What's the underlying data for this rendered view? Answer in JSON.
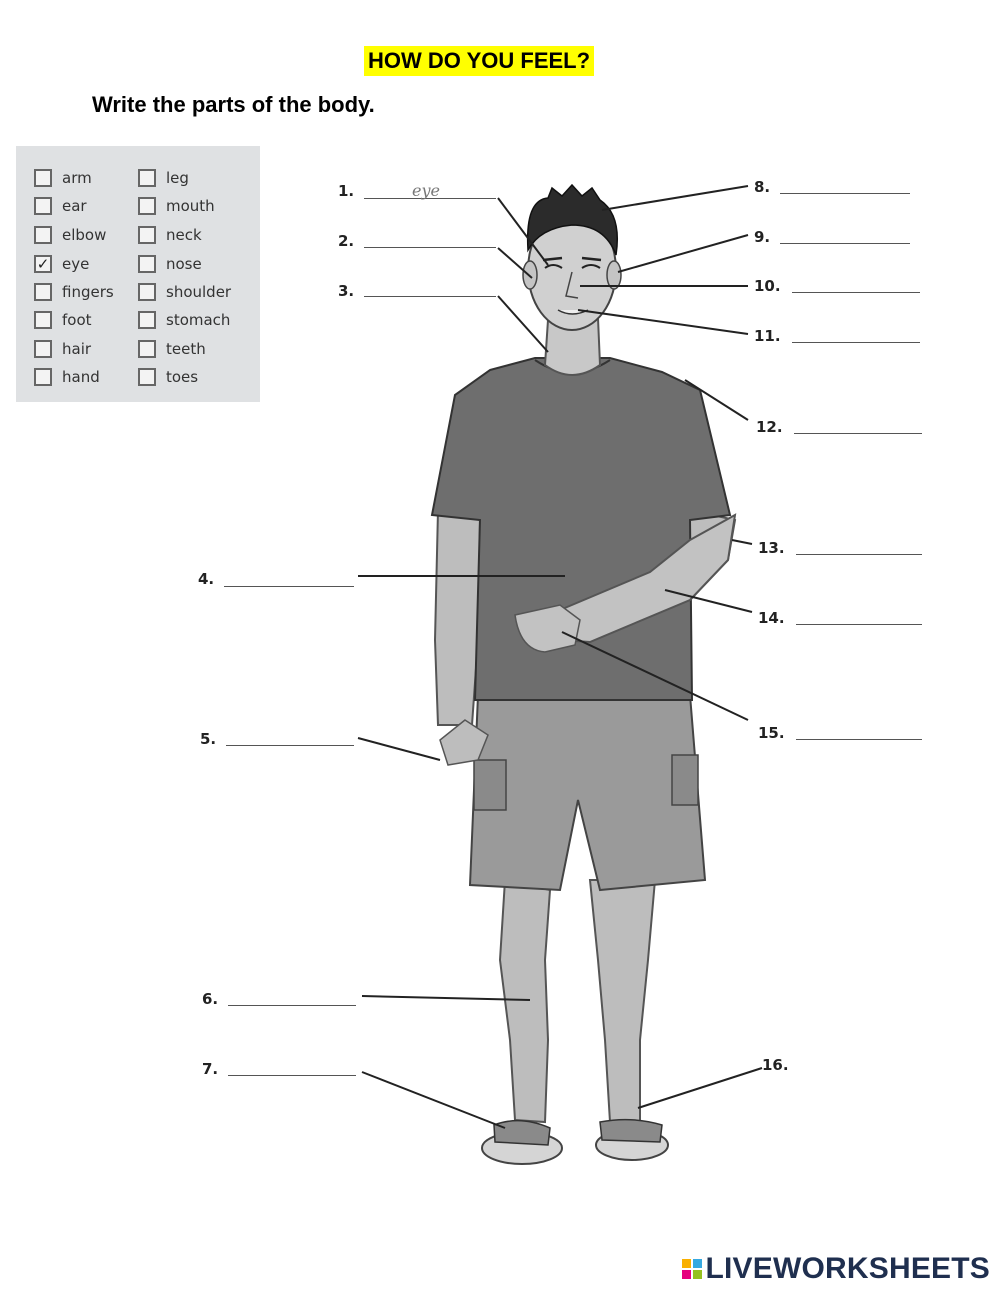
{
  "title": "HOW DO YOU FEEL?",
  "instruction": "Write the parts of the body.",
  "word_bank": {
    "left": [
      {
        "word": "arm",
        "checked": false
      },
      {
        "word": "ear",
        "checked": false
      },
      {
        "word": "elbow",
        "checked": false
      },
      {
        "word": "eye",
        "checked": true
      },
      {
        "word": "fingers",
        "checked": false
      },
      {
        "word": "foot",
        "checked": false
      },
      {
        "word": "hair",
        "checked": false
      },
      {
        "word": "hand",
        "checked": false
      }
    ],
    "right": [
      {
        "word": "leg",
        "checked": false
      },
      {
        "word": "mouth",
        "checked": false
      },
      {
        "word": "neck",
        "checked": false
      },
      {
        "word": "nose",
        "checked": false
      },
      {
        "word": "shoulder",
        "checked": false
      },
      {
        "word": "stomach",
        "checked": false
      },
      {
        "word": "teeth",
        "checked": false
      },
      {
        "word": "toes",
        "checked": false
      }
    ],
    "check_mark": "✓"
  },
  "labels": [
    "1.",
    "2.",
    "3.",
    "4.",
    "5.",
    "6.",
    "7.",
    "8.",
    "9.",
    "10.",
    "11.",
    "12.",
    "13.",
    "14.",
    "15.",
    "16."
  ],
  "example_answer": "eye",
  "footer": {
    "brand": "LIVEWORKSHEETS",
    "logo_colors": [
      "#f9b000",
      "#36a9e1",
      "#e6007e",
      "#95c11f"
    ]
  }
}
